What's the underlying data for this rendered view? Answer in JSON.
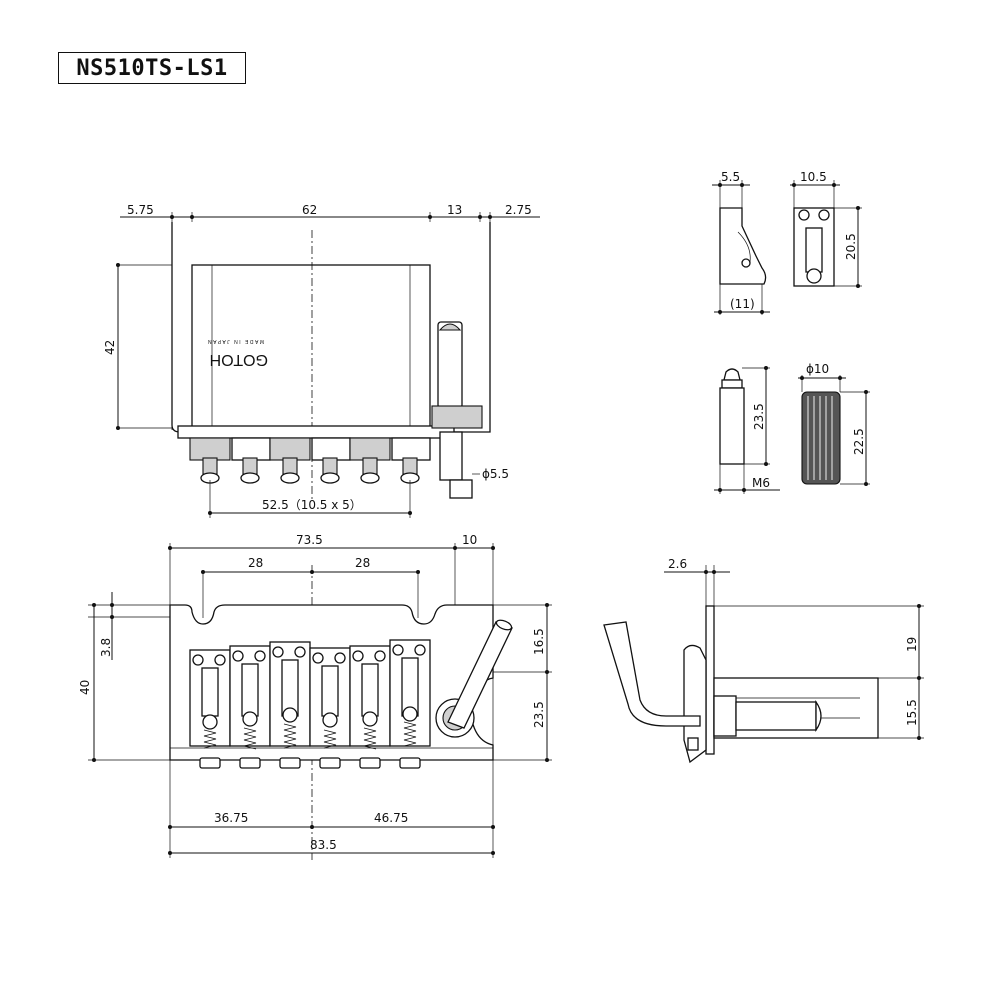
{
  "title": "NS510TS-LS1",
  "brand": {
    "logo": "GOTOH",
    "made_in": "MADE IN JAPAN"
  },
  "top_view": {
    "dims": [
      "5.75",
      "62",
      "13",
      "2.75",
      "42",
      "52.5（10.5 x 5）",
      "ϕ5.5"
    ]
  },
  "front_view": {
    "dims": [
      "73.5",
      "10",
      "28",
      "28",
      "3.8",
      "40",
      "16.5",
      "23.5",
      "36.75",
      "46.75",
      "83.5"
    ]
  },
  "saddle_detail": {
    "dims": [
      "5.5",
      "10.5",
      "20.5",
      "(11)"
    ]
  },
  "arm_detail": {
    "dims": [
      "23.5",
      "M6",
      "ϕ10",
      "22.5"
    ]
  },
  "side_view": {
    "dims": [
      "2.6",
      "19",
      "15.5"
    ]
  }
}
